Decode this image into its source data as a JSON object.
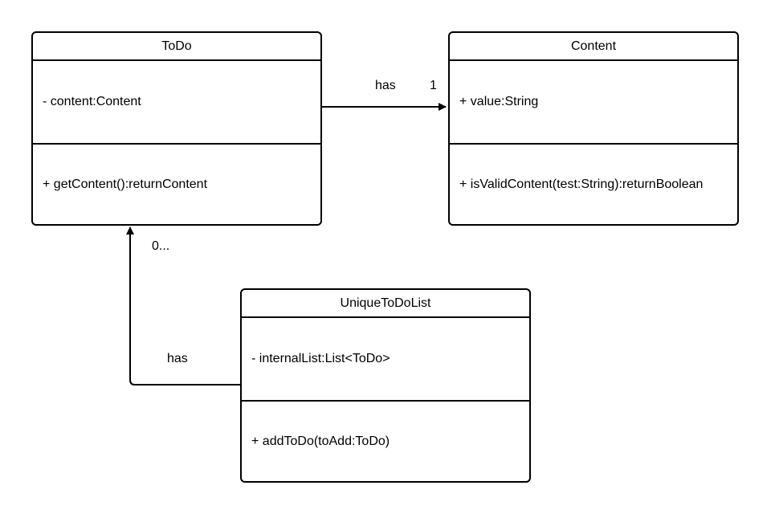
{
  "classes": {
    "todo": {
      "name": "ToDo",
      "attributes": [
        "- content:Content"
      ],
      "methods": [
        "+ getContent():returnContent"
      ]
    },
    "content": {
      "name": "Content",
      "attributes": [
        "+ value:String"
      ],
      "methods": [
        "+ isValidContent(test:String):returnBoolean"
      ]
    },
    "unique_todo_list": {
      "name": "UniqueToDoList",
      "attributes": [
        "- internalList:List<ToDo>"
      ],
      "methods": [
        "+ addToDo(toAdd:ToDo)"
      ]
    }
  },
  "relations": {
    "todo_content": {
      "label": "has",
      "multiplicity": "1"
    },
    "list_todo": {
      "label": "has",
      "multiplicity": "0..."
    }
  }
}
